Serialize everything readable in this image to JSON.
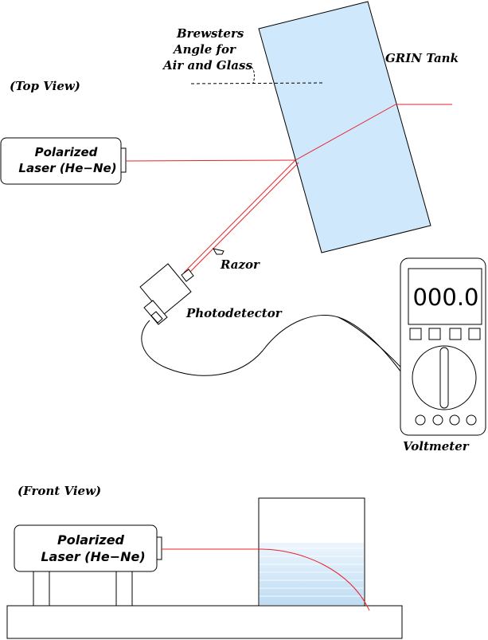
{
  "labels": {
    "top_view": "(Top View)",
    "front_view": "(Front View)",
    "brewster_line1": "Brewsters",
    "brewster_line2": "Angle for",
    "brewster_line3": "Air and Glass",
    "grin_tank": "GRIN Tank",
    "laser_top_line1": "Polarized",
    "laser_top_line2": "Laser (He−Ne)",
    "laser_front_line1": "Polarized",
    "laser_front_line2": "Laser (He−Ne)",
    "razor": "Razor",
    "photodetector": "Photodetector",
    "voltmeter": "Voltmeter",
    "meter_reading": "000.0"
  },
  "colors": {
    "beam": "#e8232a",
    "tank_fill": "#cfe8fb",
    "outline": "#000000",
    "liquid_top": "#e9f4fd",
    "liquid_bottom": "#bcdcf5"
  }
}
